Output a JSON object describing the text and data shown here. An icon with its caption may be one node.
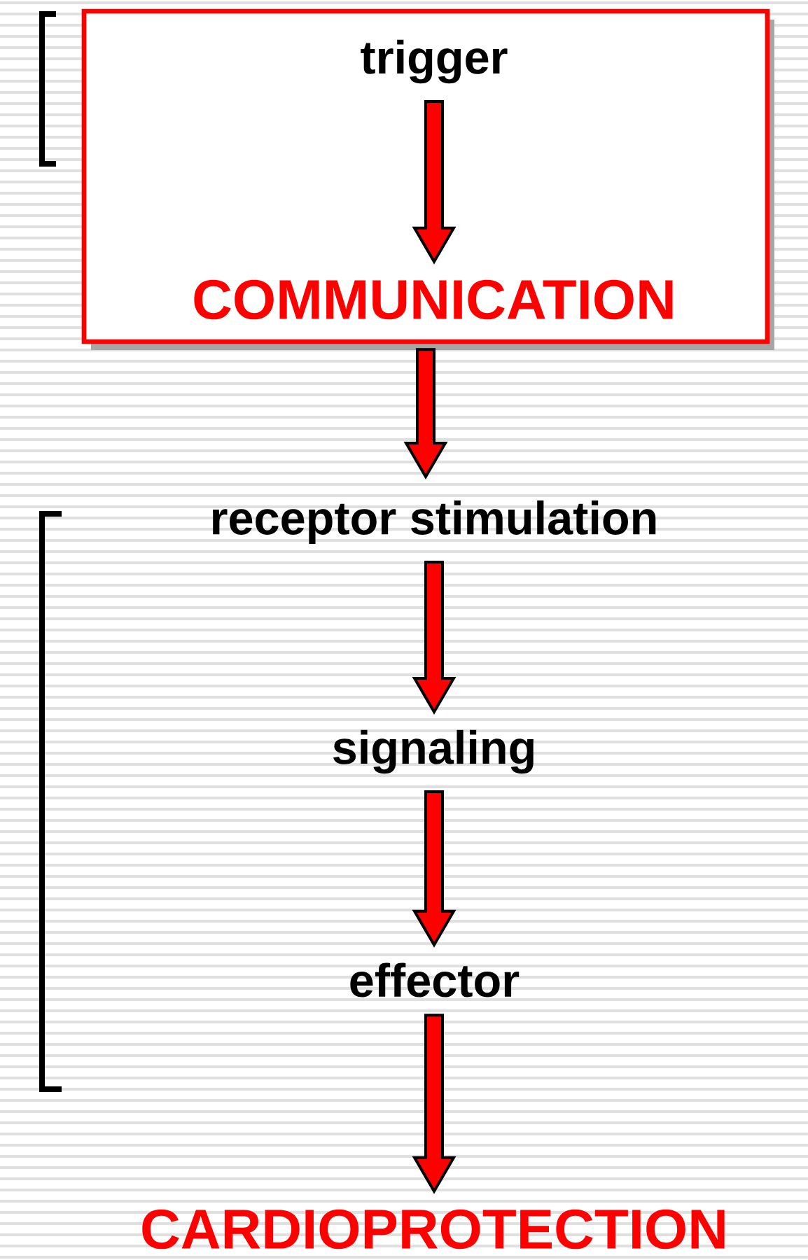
{
  "diagram": {
    "nodes": [
      {
        "text": [],
        "shape": "box"
      },
      {
        "text": [
          "trigger"
        ],
        "in": 0
      },
      {
        "text": [
          "COMMUNICATION"
        ],
        "in": 0
      },
      {
        "text": [
          "receptor stimulation"
        ]
      },
      {
        "text": [
          "signaling"
        ]
      },
      {
        "text": [
          "effector"
        ]
      },
      {
        "text": [
          "CARDIOPROTECTION"
        ]
      }
    ],
    "edges": [
      {
        "from": 1,
        "to": 2,
        "arrow": "to"
      },
      {
        "from": 0,
        "to": 3,
        "arrow": "to"
      },
      {
        "from": 3,
        "to": 4,
        "arrow": "to"
      },
      {
        "from": 4,
        "to": 5,
        "arrow": "to"
      },
      {
        "from": 5,
        "to": 6,
        "arrow": "to"
      }
    ]
  }
}
